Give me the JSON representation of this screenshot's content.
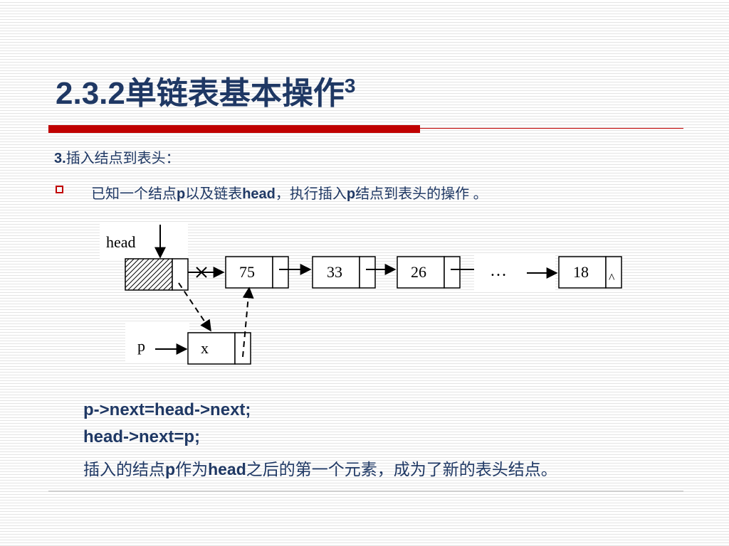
{
  "slide": {
    "title": "2.3.2单链表基本操作",
    "title_superscript": "3"
  },
  "section": {
    "number": "3.",
    "heading": "插入结点到表头："
  },
  "bullet": {
    "part1": "已知一个结点",
    "var_p": "p",
    "part2": "以及链表",
    "var_head": "head",
    "part3": "，执行插入",
    "var_p2": "p",
    "part4": "结点到表头的操作 。"
  },
  "diagram": {
    "head_label": "head",
    "p_label": "p",
    "new_node_value": "x",
    "nodes": [
      "75",
      "33",
      "26",
      "18"
    ],
    "ellipsis": "…",
    "null_mark": "^"
  },
  "code": {
    "line1": "p->next=head->next;",
    "line2": "head->next=p;"
  },
  "summary": {
    "part1": "插入的结点",
    "var_p": "p",
    "part2": "作为",
    "var_head": "head",
    "part3": "之后的第一个元素，成为了新的表头结点。"
  },
  "colors": {
    "title": "#1f3864",
    "accent_red": "#c00000"
  }
}
